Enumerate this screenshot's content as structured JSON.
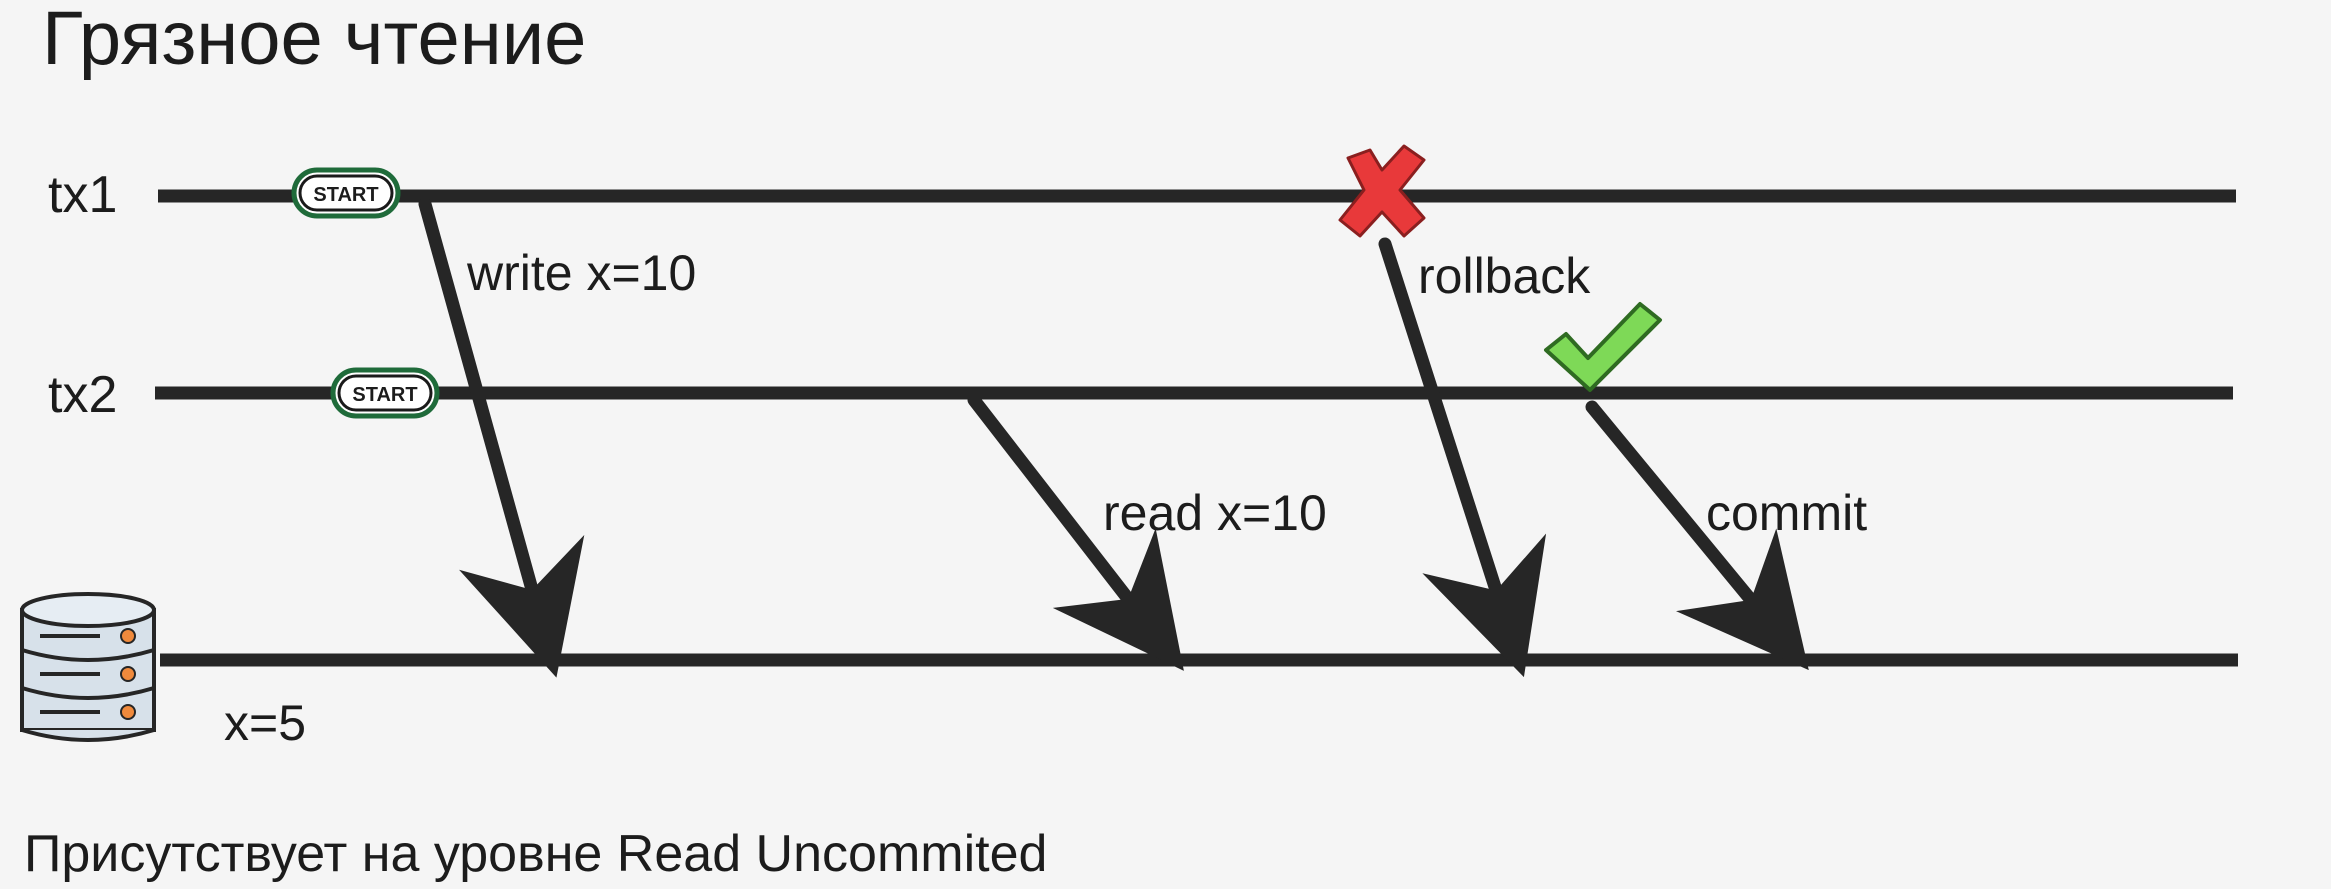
{
  "title": "Грязное чтение",
  "lanes": {
    "tx1": "tx1",
    "tx2": "tx2",
    "db_value": "x=5"
  },
  "badges": {
    "tx1_start": "START",
    "tx2_start": "START"
  },
  "operations": {
    "write": "write x=10",
    "read": "read x=10",
    "rollback": "rollback",
    "commit": "commit"
  },
  "footer": "Присутствует на уровне Read Uncommited",
  "colors": {
    "line": "#262626",
    "cross": "#e8393a",
    "check": "#7ed957",
    "badge_border": "#1f6b3a",
    "db_body": "#d7e1ea",
    "db_dot": "#f08a3c"
  }
}
